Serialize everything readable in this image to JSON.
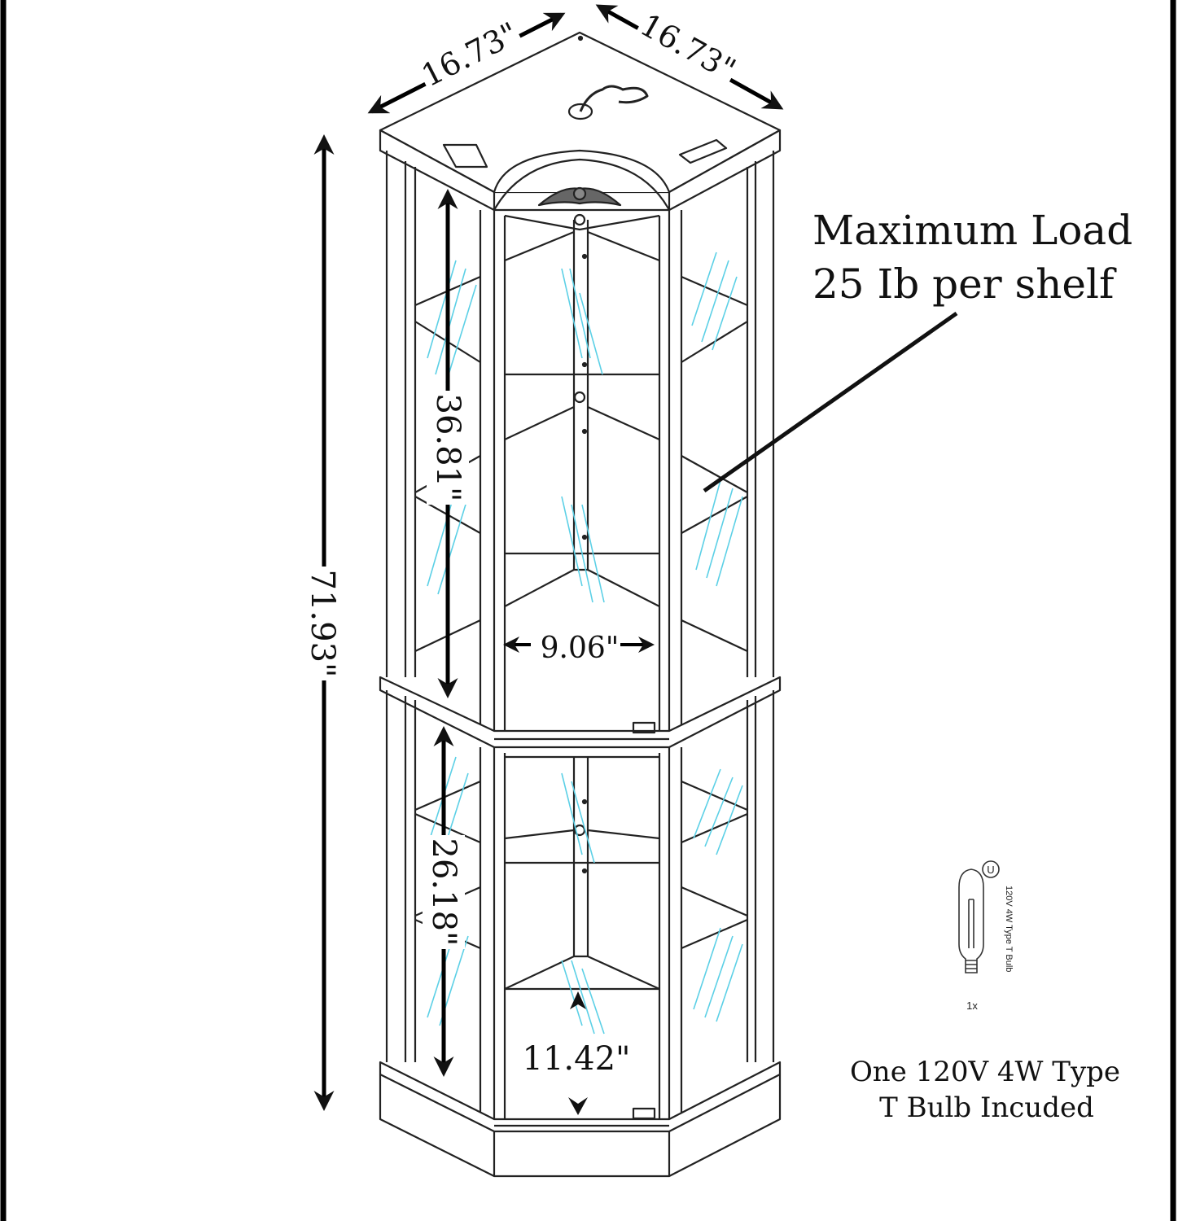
{
  "dimensions": {
    "top_left_width": "16.73\"",
    "top_right_width": "16.73\"",
    "total_height": "71.93\"",
    "upper_section_height": "36.81\"",
    "lower_section_height": "26.18\"",
    "door_width": "9.06\"",
    "shelf_spacing": "11.42\""
  },
  "callouts": {
    "max_load_line1": "Maximum Load",
    "max_load_line2": "25 Ib per shelf"
  },
  "bulb": {
    "spec": "120V 4W Type T Bulb",
    "quantity": "1x",
    "cert_mark": "U",
    "caption_line1": "One 120V 4W Type",
    "caption_line2": "T Bulb Incuded"
  },
  "colors": {
    "line": "#111111",
    "glass_accent": "#5cd0e6",
    "frame_border": "#000000",
    "background": "#ffffff"
  }
}
